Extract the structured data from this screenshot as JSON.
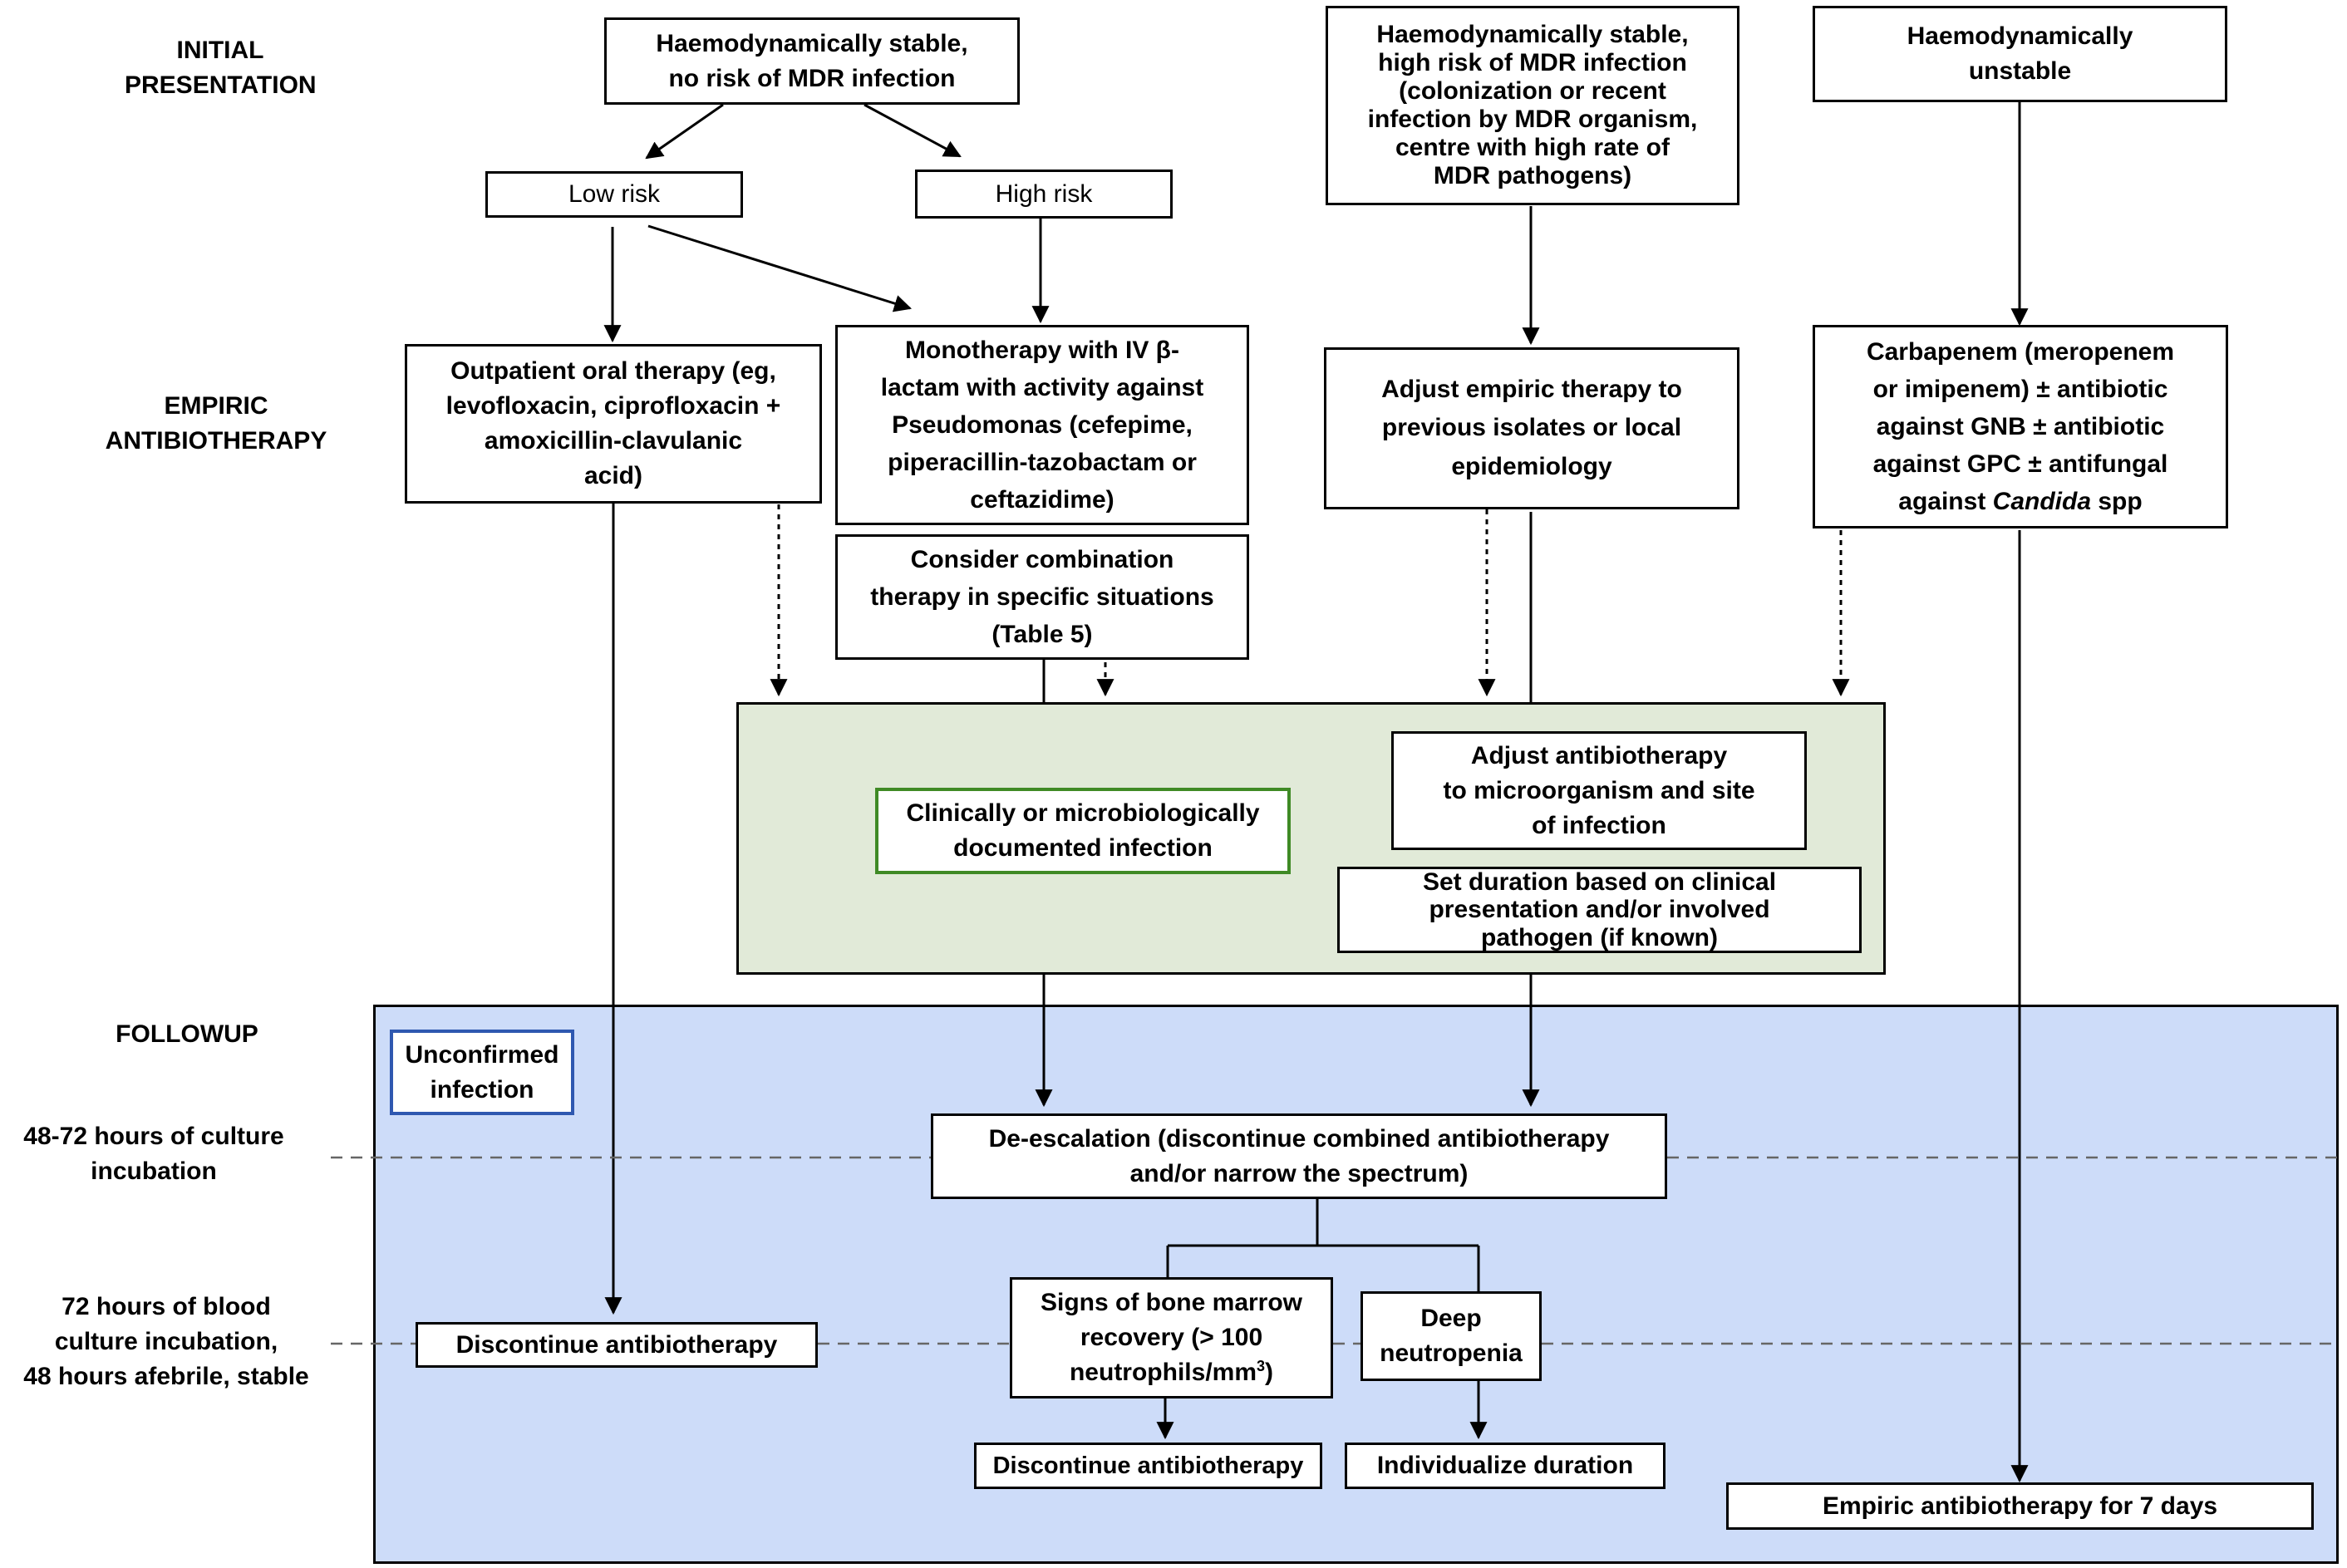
{
  "labels": {
    "initial_1": "INITIAL",
    "initial_2": "PRESENTATION",
    "empiric_1": "EMPIRIC",
    "empiric_2": "ANTIBIOTHERAPY",
    "followup": "FOLLOWUP",
    "h4872_1": "48-72 hours of culture",
    "h4872_2": "incubation",
    "h72_1": "72 hours of blood",
    "h72_2": "culture incubation,",
    "h72_3": "48 hours afebrile, stable"
  },
  "presentation": {
    "stable_no_mdr": [
      "Haemodynamically stable,",
      "no risk of MDR infection"
    ],
    "low_risk": "Low risk",
    "high_risk": "High risk",
    "stable_mdr": [
      "Haemodynamically stable,",
      "high risk of MDR infection",
      "(colonization or recent",
      "infection by MDR organism,",
      "centre with high rate of",
      "MDR pathogens)"
    ],
    "unstable": [
      "Haemodynamically",
      "unstable"
    ]
  },
  "empiric": {
    "outpatient": [
      "Outpatient oral therapy (eg,",
      "levofloxacin, ciprofloxacin +",
      "amoxicillin-clavulanic",
      "acid)"
    ],
    "monotherapy": [
      "Monotherapy with IV β-",
      "lactam with activity against",
      "Pseudomonas (cefepime,",
      "piperacillin-tazobactam or",
      "ceftazidime)"
    ],
    "combination": [
      "Consider combination",
      "therapy in specific situations",
      "(Table 5)"
    ],
    "adjust_empiric": [
      "Adjust empiric therapy to",
      "previous isolates or local",
      "epidemiology"
    ],
    "carbapenem": {
      "line1": "Carbapenem (meropenem",
      "line2": "or imipenem) ± antibiotic",
      "line3": "against GNB ± antibiotic",
      "line4": "against GPC ± antifungal",
      "line5_pre": "against ",
      "line5_em": "Candida",
      "line5_post": " spp"
    }
  },
  "documented": {
    "label": [
      "Clinically or microbiologically",
      "documented infection"
    ],
    "adjust": [
      "Adjust antibiotherapy",
      "to microorganism and site",
      "of infection"
    ],
    "duration": [
      "Set duration based on clinical",
      "presentation and/or involved",
      "pathogen (if known)"
    ]
  },
  "followup": {
    "unconfirmed": [
      "Unconfirmed",
      "infection"
    ],
    "deescalation": [
      "De-escalation (discontinue combined antibiotherapy",
      "and/or narrow the spectrum)"
    ],
    "discontinue_left": "Discontinue antibiotherapy",
    "recovery": {
      "line1": "Signs of bone marrow",
      "line2": "recovery (> 100",
      "line3": "neutrophils/mm",
      "line3_sup": "3",
      "line3_post": ")"
    },
    "deep": [
      "Deep",
      "neutropenia"
    ],
    "discontinue_mid": "Discontinue antibiotherapy",
    "individualize": "Individualize duration",
    "empiric7": "Empiric antibiotherapy for 7 days"
  },
  "colors": {
    "green_panel": "#e1ead8",
    "green_border": "#3f8a25",
    "blue_panel": "#cddcf9",
    "blue_border": "#2f58b0"
  }
}
